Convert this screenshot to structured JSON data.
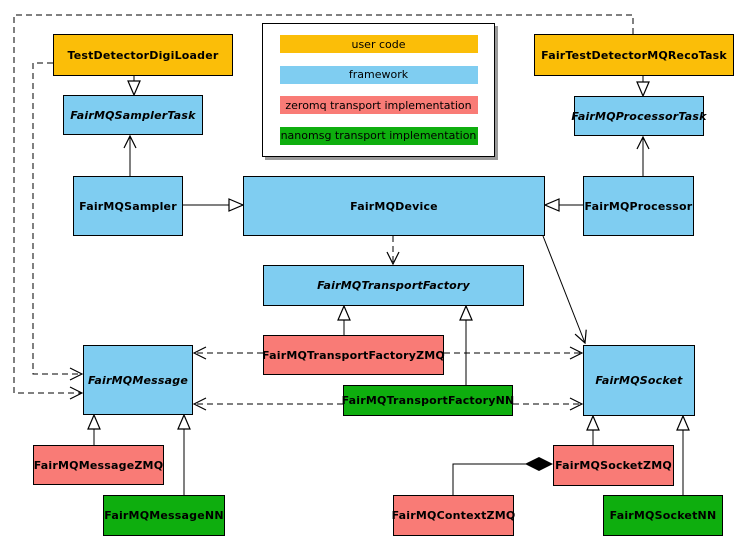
{
  "colors": {
    "user_code": "#FBBE08",
    "framework": "#7FCDF1",
    "zeromq": "#F97B76",
    "nanomsg": "#0EAE0E",
    "border": "#000000",
    "background": "#FFFFFF"
  },
  "legend": {
    "items": [
      {
        "label": "user code",
        "color_key": "user_code"
      },
      {
        "label": "framework",
        "color_key": "framework"
      },
      {
        "label": "zeromq transport implementation",
        "color_key": "zeromq"
      },
      {
        "label": "nanomsg transport implementation",
        "color_key": "nanomsg"
      }
    ]
  },
  "nodes": {
    "testDetectorDigiLoader": {
      "label": "TestDetectorDigiLoader",
      "category": "user_code",
      "abstract": false
    },
    "fairTestDetectorMQRecoTask": {
      "label": "FairTestDetectorMQRecoTask",
      "category": "user_code",
      "abstract": false
    },
    "fairMQSamplerTask": {
      "label": "FairMQSamplerTask",
      "category": "framework",
      "abstract": true
    },
    "fairMQProcessorTask": {
      "label": "FairMQProcessorTask",
      "category": "framework",
      "abstract": true
    },
    "fairMQSampler": {
      "label": "FairMQSampler",
      "category": "framework",
      "abstract": false
    },
    "fairMQDevice": {
      "label": "FairMQDevice",
      "category": "framework",
      "abstract": false
    },
    "fairMQProcessor": {
      "label": "FairMQProcessor",
      "category": "framework",
      "abstract": false
    },
    "fairMQTransportFactory": {
      "label": "FairMQTransportFactory",
      "category": "framework",
      "abstract": true
    },
    "fairMQTransportFactoryZMQ": {
      "label": "FairMQTransportFactoryZMQ",
      "category": "zeromq",
      "abstract": false
    },
    "fairMQTransportFactoryNN": {
      "label": "FairMQTransportFactoryNN",
      "category": "nanomsg",
      "abstract": false
    },
    "fairMQMessage": {
      "label": "FairMQMessage",
      "category": "framework",
      "abstract": true
    },
    "fairMQSocket": {
      "label": "FairMQSocket",
      "category": "framework",
      "abstract": true
    },
    "fairMQMessageZMQ": {
      "label": "FairMQMessageZMQ",
      "category": "zeromq",
      "abstract": false
    },
    "fairMQMessageNN": {
      "label": "FairMQMessageNN",
      "category": "nanomsg",
      "abstract": false
    },
    "fairMQSocketZMQ": {
      "label": "FairMQSocketZMQ",
      "category": "zeromq",
      "abstract": false
    },
    "fairMQSocketNN": {
      "label": "FairMQSocketNN",
      "category": "nanomsg",
      "abstract": false
    },
    "fairMQContextZMQ": {
      "label": "FairMQContextZMQ",
      "category": "zeromq",
      "abstract": false
    }
  },
  "edges": [
    {
      "from": "TestDetectorDigiLoader",
      "to": "FairMQSamplerTask",
      "type": "inheritance"
    },
    {
      "from": "FairTestDetectorMQRecoTask",
      "to": "FairMQProcessorTask",
      "type": "inheritance"
    },
    {
      "from": "FairMQSampler",
      "to": "FairMQDevice",
      "type": "inheritance"
    },
    {
      "from": "FairMQProcessor",
      "to": "FairMQDevice",
      "type": "inheritance"
    },
    {
      "from": "FairMQSampler",
      "to": "FairMQSamplerTask",
      "type": "association"
    },
    {
      "from": "FairMQProcessor",
      "to": "FairMQProcessorTask",
      "type": "association"
    },
    {
      "from": "FairMQDevice",
      "to": "FairMQTransportFactory",
      "type": "dependency"
    },
    {
      "from": "FairMQDevice",
      "to": "FairMQSocket",
      "type": "association"
    },
    {
      "from": "FairMQTransportFactoryZMQ",
      "to": "FairMQTransportFactory",
      "type": "inheritance"
    },
    {
      "from": "FairMQTransportFactoryNN",
      "to": "FairMQTransportFactory",
      "type": "inheritance"
    },
    {
      "from": "FairMQTransportFactoryZMQ",
      "to": "FairMQMessage",
      "type": "dependency"
    },
    {
      "from": "FairMQTransportFactoryZMQ",
      "to": "FairMQSocket",
      "type": "dependency"
    },
    {
      "from": "FairMQTransportFactoryNN",
      "to": "FairMQMessage",
      "type": "dependency"
    },
    {
      "from": "FairMQTransportFactoryNN",
      "to": "FairMQSocket",
      "type": "dependency"
    },
    {
      "from": "TestDetectorDigiLoader",
      "to": "FairMQMessage",
      "type": "dependency"
    },
    {
      "from": "FairTestDetectorMQRecoTask",
      "to": "FairMQMessage",
      "type": "dependency"
    },
    {
      "from": "FairMQMessageZMQ",
      "to": "FairMQMessage",
      "type": "inheritance"
    },
    {
      "from": "FairMQMessageNN",
      "to": "FairMQMessage",
      "type": "inheritance"
    },
    {
      "from": "FairMQSocketZMQ",
      "to": "FairMQSocket",
      "type": "inheritance"
    },
    {
      "from": "FairMQSocketNN",
      "to": "FairMQSocket",
      "type": "inheritance"
    },
    {
      "from": "FairMQContextZMQ",
      "to": "FairMQSocketZMQ",
      "type": "composition"
    }
  ]
}
